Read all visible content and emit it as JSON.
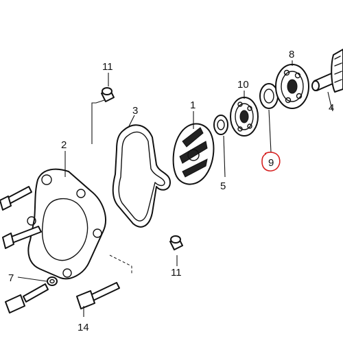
{
  "callouts": {
    "n1": "1",
    "n2": "2",
    "n3": "3",
    "n4": "4",
    "n5": "5",
    "n7": "7",
    "n8": "8",
    "n9": "9",
    "n10": "10",
    "n11_top": "11",
    "n11_bottom": "11",
    "n14": "14"
  },
  "highlight": {
    "part": "9",
    "color": "#d61f1f"
  }
}
